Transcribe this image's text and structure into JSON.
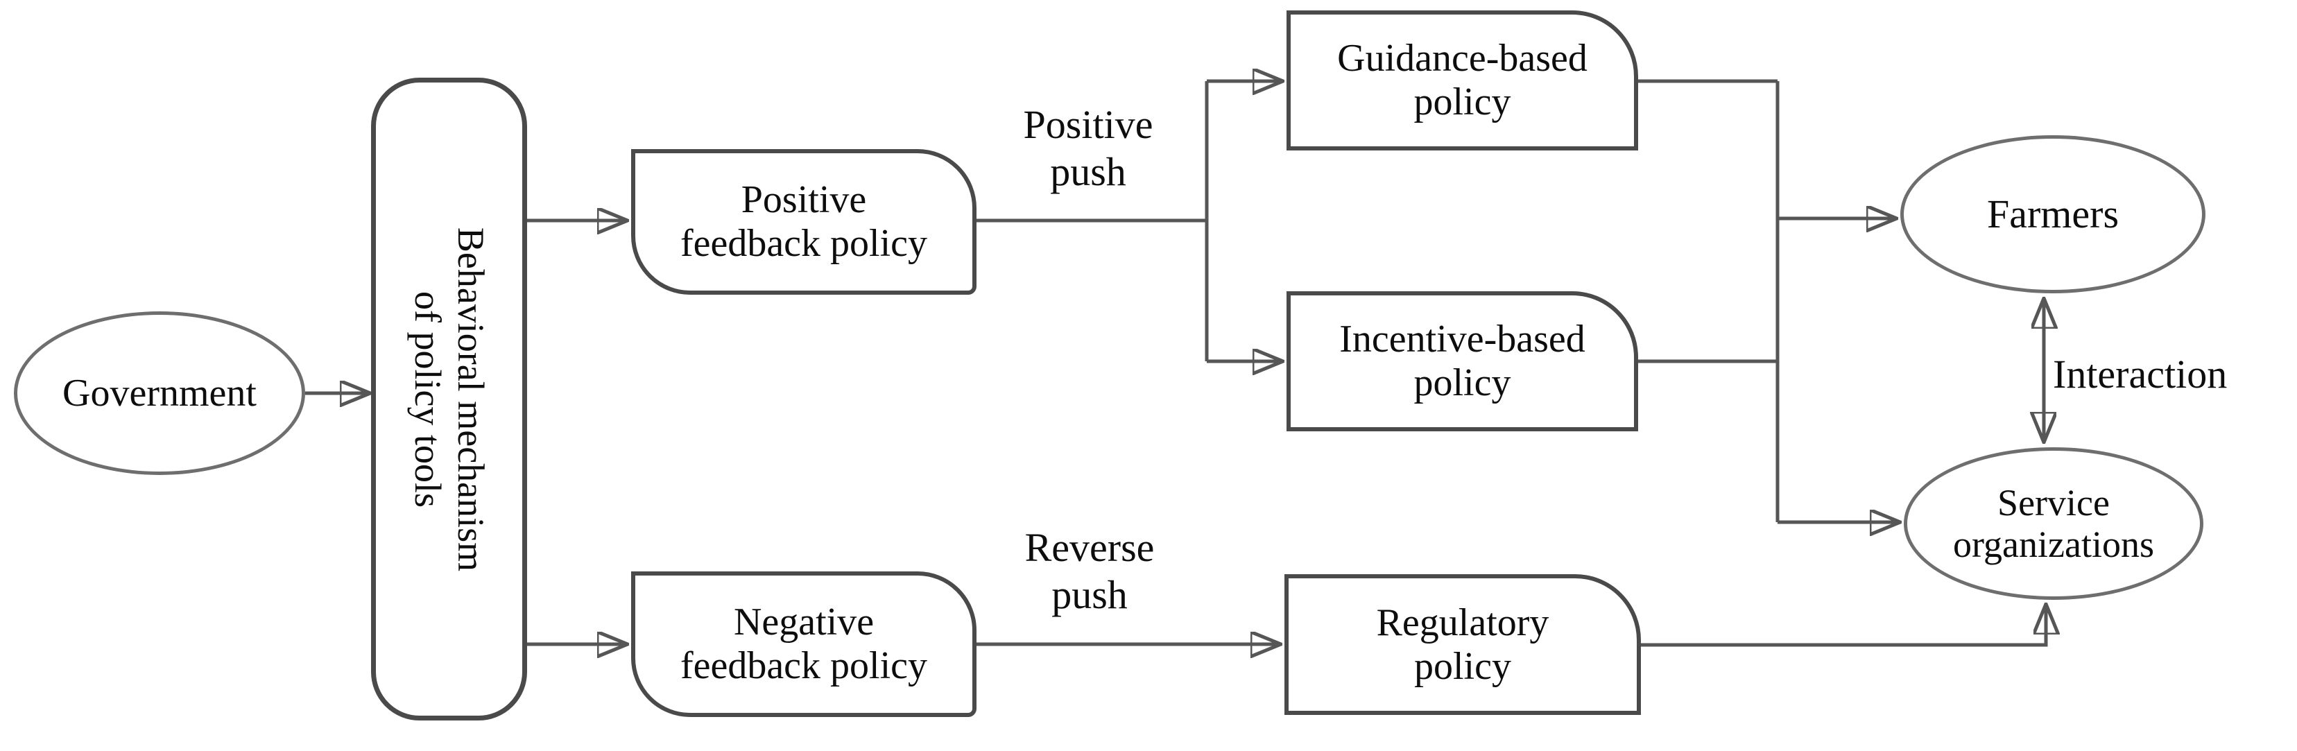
{
  "diagram": {
    "background": "#ffffff",
    "colors": {
      "line": "#565656",
      "box_border": "#4a4a4a",
      "ellipse_border": "#6e6e6e",
      "arrowhead": "#141414",
      "text": "#0d0d0d"
    },
    "nodes": {
      "government": {
        "label": "Government"
      },
      "behavioral_mechanism": {
        "line1": "Behavioral mechanism",
        "line2": "of policy tools"
      },
      "positive_feedback": {
        "line1": "Positive",
        "line2": "feedback policy"
      },
      "negative_feedback": {
        "line1": "Negative",
        "line2": "feedback policy"
      },
      "guidance_based": {
        "line1": "Guidance-based",
        "line2": "policy"
      },
      "incentive_based": {
        "line1": "Incentive-based",
        "line2": "policy"
      },
      "regulatory": {
        "line1": "Regulatory",
        "line2": "policy"
      },
      "farmers": {
        "label": "Farmers"
      },
      "service_organizations": {
        "line1": "Service",
        "line2": "organizations"
      }
    },
    "edge_labels": {
      "positive_push": {
        "line1": "Positive",
        "line2": "push"
      },
      "reverse_push": {
        "line1": "Reverse",
        "line2": "push"
      },
      "interaction": "Interaction"
    }
  }
}
